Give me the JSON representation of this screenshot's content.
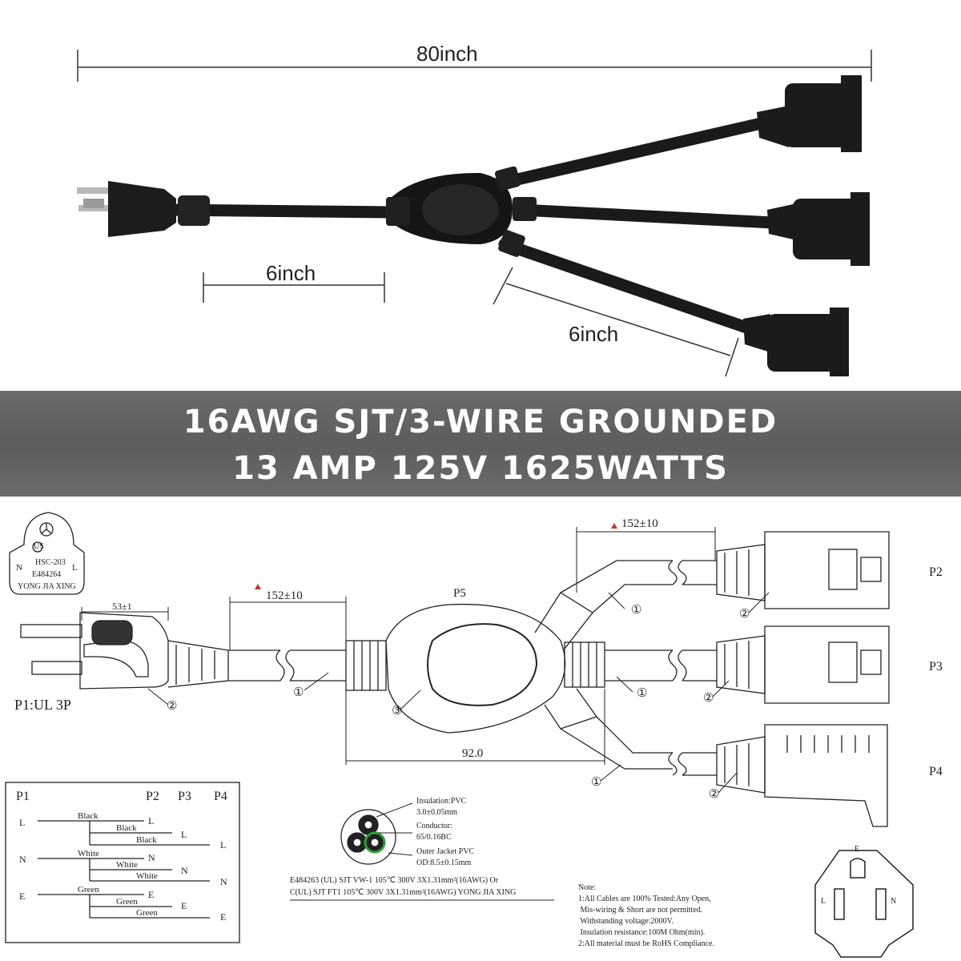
{
  "photo": {
    "total_length": "80inch",
    "plug_segment": "6inch",
    "branch_segment": "6inch"
  },
  "banner": {
    "line1": "16AWG SJT/3-WIRE GROUNDED",
    "line2": "13 AMP 125V 1625WATTS"
  },
  "drawing": {
    "plug_stamp": {
      "cert": "US",
      "model": "HSC-203",
      "n": "N",
      "l": "L",
      "file": "E484264",
      "maker": "YONG JIA XING"
    },
    "plug_label": "P1:UL 3P",
    "dim_plug": "53±1",
    "dim_tail": "152±10",
    "dim_branch": "152±10",
    "dim_span": "92.0",
    "junction_label": "P5",
    "ports": [
      "P2",
      "P3",
      "P4"
    ],
    "callout_1": "①",
    "callout_2": "②",
    "callout_3": "③",
    "wiring": {
      "headers": [
        "P1",
        "P2",
        "P3",
        "P4"
      ],
      "rows": [
        {
          "pin": "L",
          "wires": [
            "Black",
            "Black",
            "Black"
          ],
          "targets": [
            "L",
            "L",
            "L"
          ]
        },
        {
          "pin": "N",
          "wires": [
            "White",
            "White",
            "White"
          ],
          "targets": [
            "N",
            "N",
            "N"
          ]
        },
        {
          "pin": "E",
          "wires": [
            "Green",
            "Green",
            "Green"
          ],
          "targets": [
            "E",
            "E",
            "E"
          ]
        }
      ]
    },
    "cable": {
      "insulation": "Insulation:PVC",
      "insulation_val": "3.0±0.05mm",
      "conductor": "Conductor:",
      "conductor_val": "65/0.16BC",
      "jacket": "Outer Jacket PVC",
      "jacket_val": "OD:8.5±0.15mm",
      "spec1": "E484263 (UL) SJT VW-1 105℃ 300V 3X1.31mm²(16AWG) Or",
      "spec2": "C(UL) SJT FT1 105℃ 300V 3X1.31mm²(16AWG) YONG JIA XING"
    },
    "notes": {
      "title": "Note:",
      "n1": "1:All Cables are 100% Tested:Any Open,",
      "n2": " Mis-wiring & Short are not permitted.",
      "n3": " Withstanding voltage:2000V.",
      "n4": " Insulation resistance:100M Ohm(min).",
      "n5": "2:All material must be RoHS Compliance."
    },
    "socket": {
      "e": "E",
      "l": "L",
      "n": "N"
    }
  },
  "colors": {
    "band": "#616161",
    "dim_arrow": "#c0392b",
    "ring_green": "#2e9e3e"
  }
}
